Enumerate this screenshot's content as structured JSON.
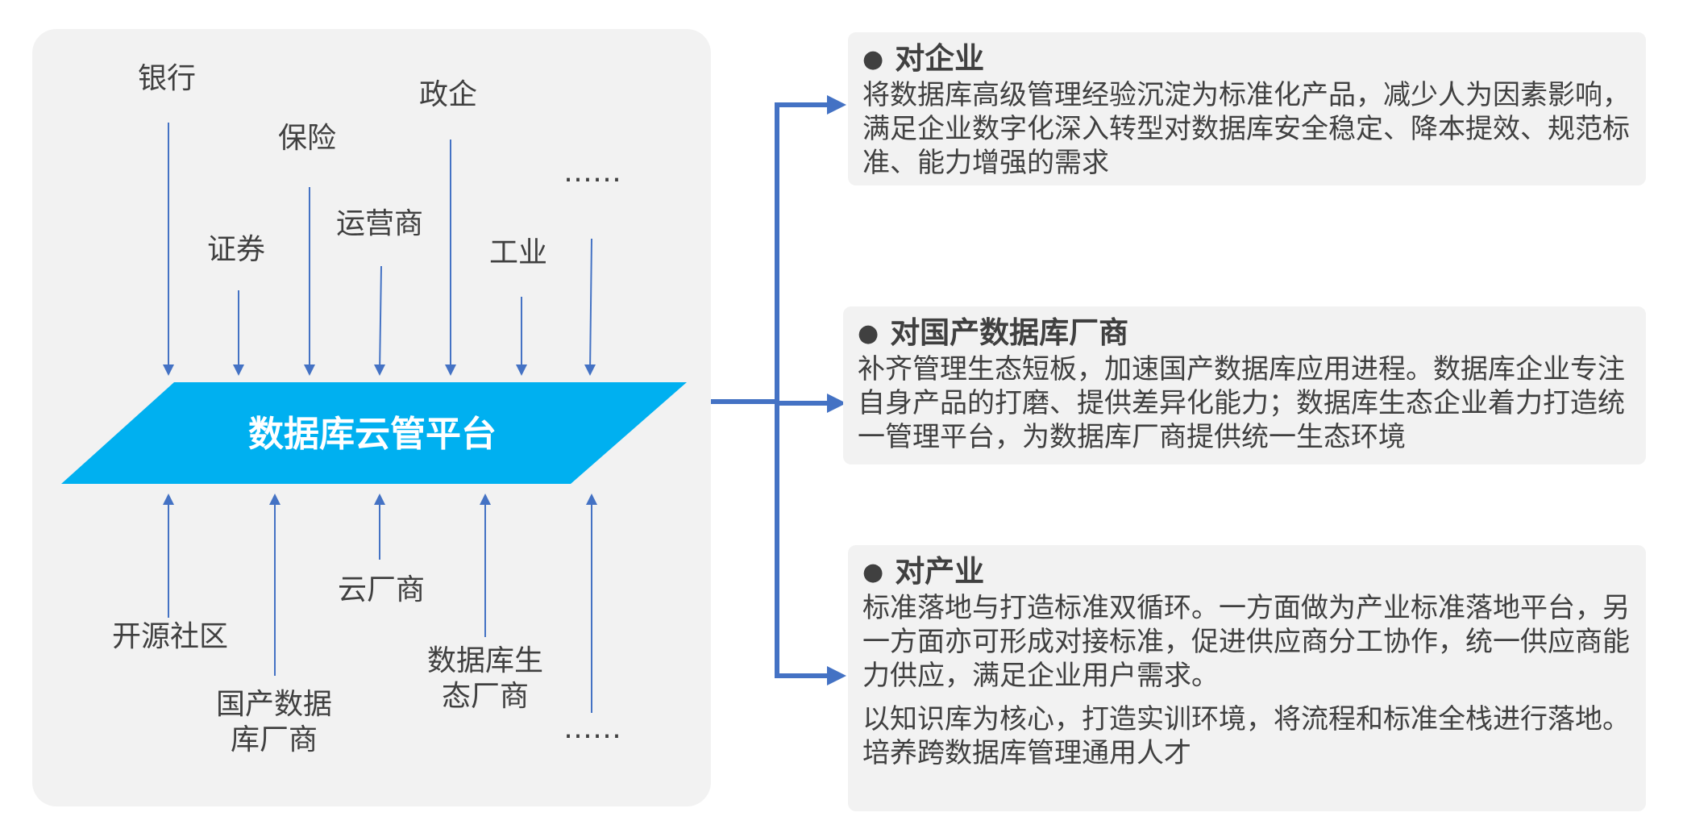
{
  "platform": {
    "title": "数据库云管平台"
  },
  "inputs_top": [
    {
      "label": "银行"
    },
    {
      "label": "证券"
    },
    {
      "label": "保险"
    },
    {
      "label": "运营商"
    },
    {
      "label": "政企"
    },
    {
      "label": "工业"
    },
    {
      "label": "……"
    }
  ],
  "inputs_bottom": [
    {
      "label": "开源社区"
    },
    {
      "label_line1": "国产数据",
      "label_line2": "库厂商"
    },
    {
      "label": "云厂商"
    },
    {
      "label_line1": "数据库生",
      "label_line2": "态厂商"
    },
    {
      "label": "……"
    }
  ],
  "outputs": [
    {
      "title": "对企业",
      "text": "将数据库高级管理经验沉淀为标准化产品，减少人为因素影响，满足企业数字化深入转型对数据库安全稳定、降本提效、规范标准、能力增强的需求"
    },
    {
      "title": "对国产数据库厂商",
      "text": "补齐管理生态短板，加速国产数据库应用进程。数据库企业专注自身产品的打磨、提供差异化能力；数据库生态企业着力打造统一管理平台，为数据库厂商提供统一生态环境"
    },
    {
      "title": "对产业",
      "text": "标准落地与打造标准双循环。一方面做为产业标准落地平台，另一方面亦可形成对接标准，促进供应商分工协作，统一供应商能力供应，满足企业用户需求。",
      "text2": "以知识库为核心，打造实训环境，将流程和标准全栈进行落地。培养跨数据库管理通用人才"
    }
  ],
  "colors": {
    "panel": "#f2f2f2",
    "platform_fill": "#00b0f0",
    "arrow_thin": "#4472c4",
    "arrow_bracket": "#4472c4",
    "text": "#404040"
  }
}
